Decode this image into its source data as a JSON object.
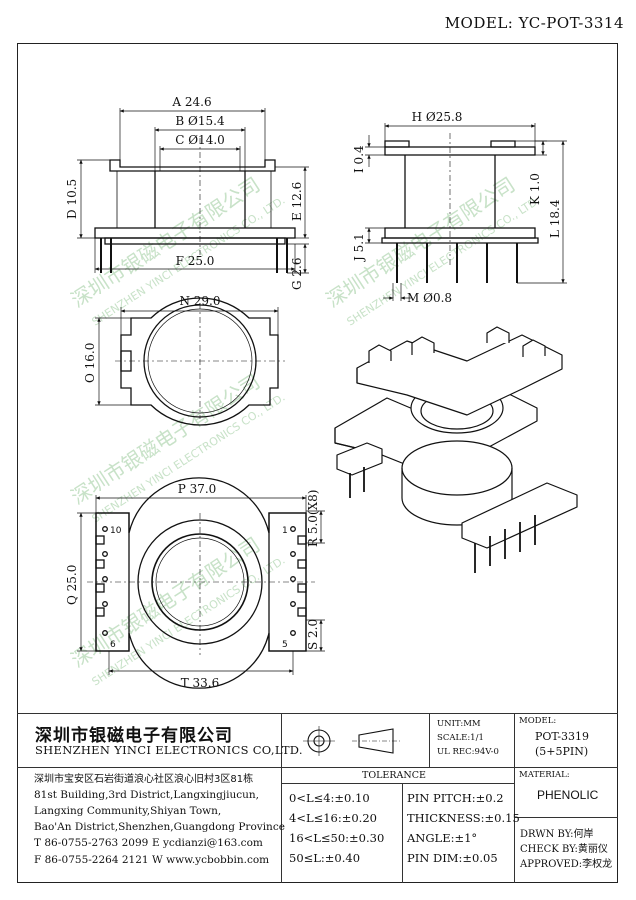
{
  "header": {
    "model": "MODEL: YC-POT-3314"
  },
  "dims": {
    "a": "A 24.6",
    "b": "B Ø15.4",
    "c": "C Ø14.0",
    "d": "D 10.5",
    "e": "E 12.6",
    "f": "F 25.0",
    "g": "G 2.6",
    "h": "H Ø25.8",
    "i": "I 0.4",
    "j": "J 5.1",
    "k": "K 1.0",
    "l": "L 18.4",
    "m": "M Ø0.8",
    "n": "N 29.0",
    "o": "O 16.0",
    "p": "P 37.0",
    "q": "Q 25.0",
    "r": "R 5.0(X8)",
    "s": "S 2.0",
    "t": "T 33.6"
  },
  "pins": {
    "p10": "10",
    "p6": "6",
    "p1": "1",
    "p5": "5"
  },
  "watermark": {
    "cn1": "深圳市银磁电子有限公司",
    "en1": "SHENZHEN YINCI ELECTRONICS CO., LTD.",
    "cn2": "深圳市银磁电子有限公司",
    "en2": "SHENZHEN YINCI ELECTRONICS CO., LTD.",
    "cn3": "深圳市银磁电子有限公司",
    "en3": "SHENZHEN YINCI ELECTRONICS CO., LTD.",
    "cn4": "深圳市银磁电子有限公司",
    "en4": "SHENZHEN YINCI ELECTRONICS CO., LTD."
  },
  "titleblock": {
    "company_cn": "深圳市银磁电子有限公司",
    "company_en": "SHENZHEN YINCI ELECTRONICS CO,LTD.",
    "address_cn": "深圳市宝安区石岩街道浪心社区浪心旧村3区81栋",
    "address_en1": "81st Building,3rd District,Langxingjiucun,",
    "address_en2": "Langxing Community,Shiyan Town,",
    "address_en3": "Bao'An District,Shenzhen,Guangdong Province",
    "tel": "T 86-0755-2763 2099",
    "email": "E ycdianzi@163.com",
    "fax": "F 86-0755-2264 2121",
    "web": "W www.ycbobbin.com",
    "unit": "UNIT:MM",
    "scale": "SCALE:1/1",
    "ul_rec": "UL REC:94V-0",
    "model_label": "MODEL:",
    "model_value": "POT-3319",
    "model_pins": "(5+5PIN)",
    "material_label": "MATERIAL:",
    "material_value": "PHENOLIC",
    "tolerance_title": "TOLERANCE",
    "tol1": "0<L≤4:±0.10",
    "tol2": "4<L≤16:±0.20",
    "tol3": "16<L≤50:±0.30",
    "tol4": "50≤L:±0.40",
    "pin_pitch": "PIN PITCH:±0.2",
    "thickness": "THICKNESS:±0.15",
    "angle": "ANGLE:±1°",
    "pin_dim": "PIN DIM:±0.05",
    "drawn_by": "DRWN BY:何岸",
    "check_by": "CHECK BY:黄丽仪",
    "approved": "APPROVED:李权龙"
  }
}
